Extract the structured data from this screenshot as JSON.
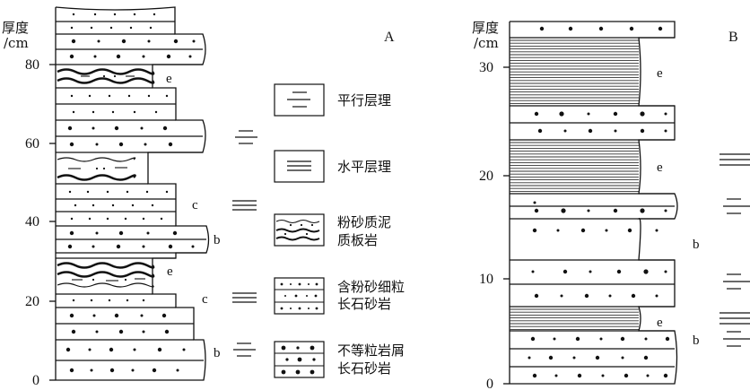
{
  "panel_a": {
    "letter": "A",
    "axis_label_line1": "厚度",
    "axis_label_line2": "/cm",
    "ticks": [
      "0",
      "20",
      "40",
      "60",
      "80"
    ],
    "facies_labels": [
      "b",
      "c",
      "e",
      "b",
      "c",
      "e"
    ]
  },
  "panel_b": {
    "letter": "B",
    "axis_label_line1": "厚度",
    "axis_label_line2": "/cm",
    "ticks": [
      "0",
      "10",
      "20",
      "30"
    ],
    "facies_labels": [
      "b",
      "e",
      "b",
      "e",
      "e"
    ]
  },
  "legend": {
    "items": [
      {
        "icon": "parallel-bedding-icon",
        "text_lines": [
          "平行层理"
        ]
      },
      {
        "icon": "horizontal-bedding-icon",
        "text_lines": [
          "水平层理"
        ]
      },
      {
        "icon": "silty-mudstone-slate-icon",
        "text_lines": [
          "粉砂质泥",
          "质板岩"
        ]
      },
      {
        "icon": "silty-fine-arkose-icon",
        "text_lines": [
          "含粉砂细粒",
          "长石砂岩"
        ]
      },
      {
        "icon": "inequigranular-lithic-arkose-icon",
        "text_lines": [
          "不等粒岩屑",
          "长石砂岩"
        ]
      }
    ]
  }
}
